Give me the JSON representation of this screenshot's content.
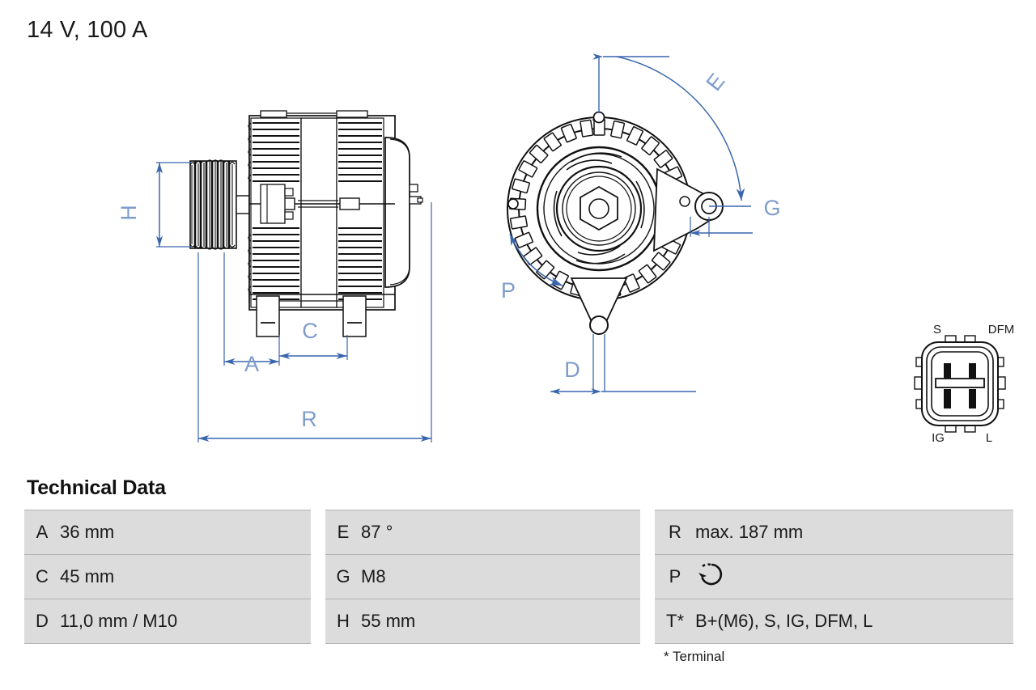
{
  "header": {
    "title": "14 V, 100 A"
  },
  "technical_data": {
    "heading": "Technical Data",
    "footnote": "* Terminal",
    "rows": [
      {
        "k1": "A",
        "v1": "36 mm",
        "k2": "E",
        "v2": "87 °",
        "k3": "R",
        "v3": "max. 187 mm"
      },
      {
        "k1": "C",
        "v1": "45 mm",
        "k2": "G",
        "v2": "M8",
        "k3": "P",
        "v3": ""
      },
      {
        "k1": "D",
        "v1": "11,0 mm / M10",
        "k2": "H",
        "v2": "55 mm",
        "k3": "T*",
        "v3": "B+(M6), S, IG, DFM, L"
      }
    ]
  },
  "drawing": {
    "dimension_labels": {
      "h": "H",
      "a": "A",
      "c": "C",
      "r": "R",
      "e": "E",
      "g": "G",
      "p": "P",
      "d": "D"
    }
  },
  "connector": {
    "terminals": {
      "top_left": "S",
      "top_right": "DFM",
      "bottom_left": "IG",
      "bottom_right": "L"
    }
  },
  "colors": {
    "dimension_blue": "#3a66ad",
    "label_blue": "#7e9ccc",
    "line_black": "#111111",
    "table_value_bg": "#dcdcdc",
    "table_rule": "#b4b4b4"
  }
}
